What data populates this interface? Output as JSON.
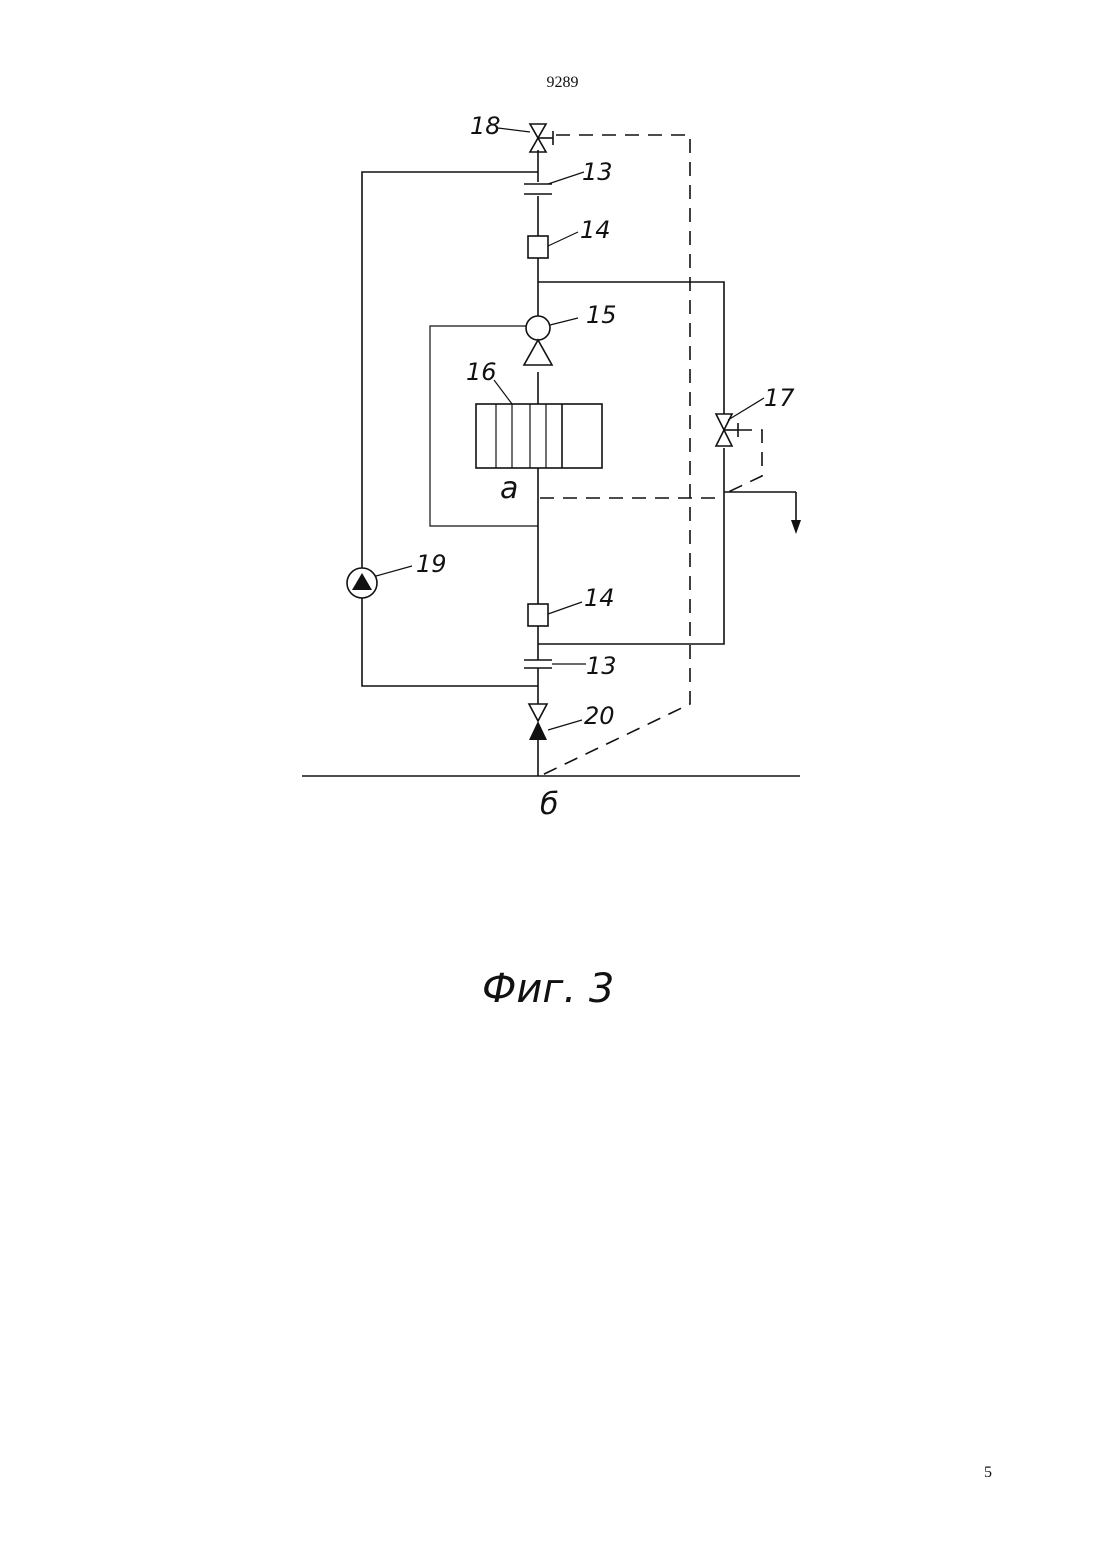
{
  "document": {
    "doc_number": "9289",
    "page_number": "5",
    "caption": "Фиг. 3"
  },
  "diagram": {
    "labels": {
      "l18": "18",
      "l13_top": "13",
      "l14_top": "14",
      "l15": "15",
      "l16": "16",
      "l17": "17",
      "la": "a",
      "l19": "19",
      "l14_bottom": "14",
      "l13_bottom": "13",
      "l20": "20",
      "lb": "б"
    }
  }
}
